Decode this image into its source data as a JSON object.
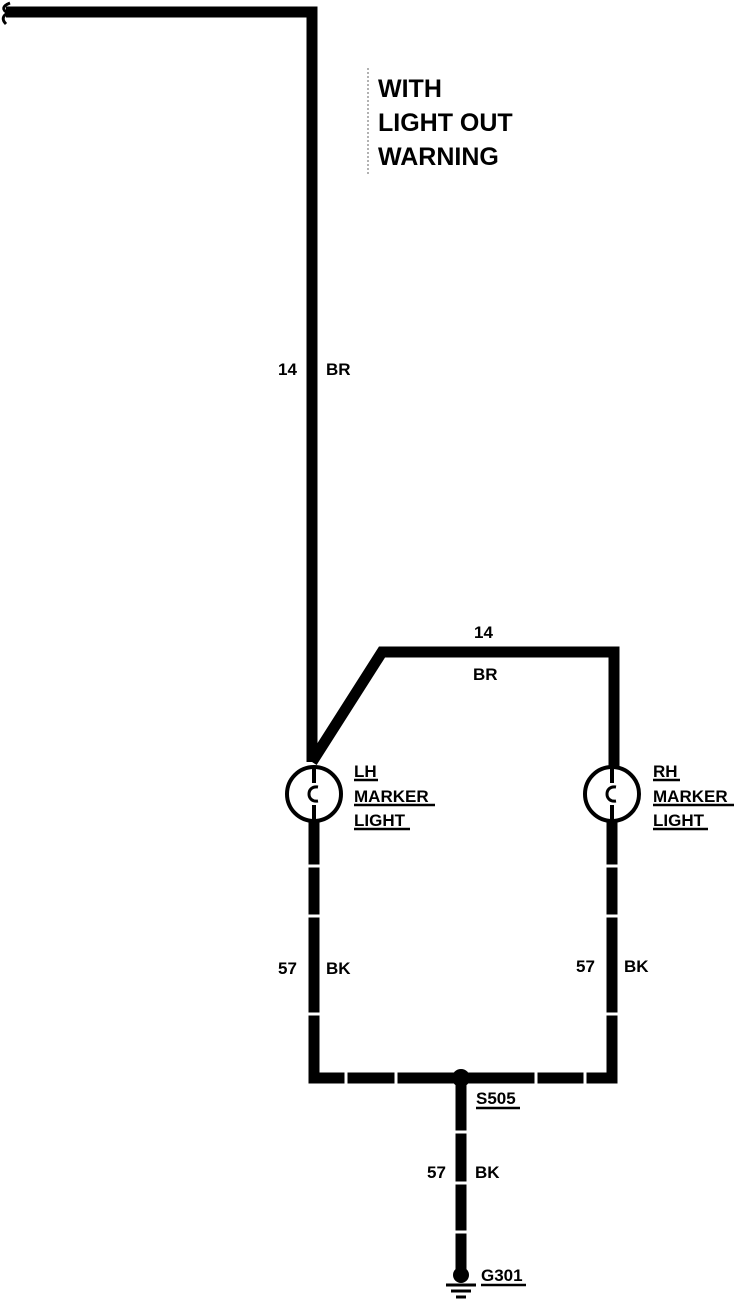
{
  "note": {
    "line1": "WITH",
    "line2": "LIGHT OUT",
    "line3": "WARNING"
  },
  "wires": {
    "feed": {
      "gauge": "14",
      "color": "BR"
    },
    "branch": {
      "gauge": "14",
      "color": "BR"
    },
    "lh_ground": {
      "gauge": "57",
      "color": "BK"
    },
    "rh_ground": {
      "gauge": "57",
      "color": "BK"
    },
    "main_ground": {
      "gauge": "57",
      "color": "BK"
    }
  },
  "components": {
    "lh_lamp": {
      "line1": "LH",
      "line2": "MARKER",
      "line3": "LIGHT"
    },
    "rh_lamp": {
      "line1": "RH",
      "line2": "MARKER",
      "line3": "LIGHT"
    },
    "splice": "S505",
    "ground": "G301"
  }
}
